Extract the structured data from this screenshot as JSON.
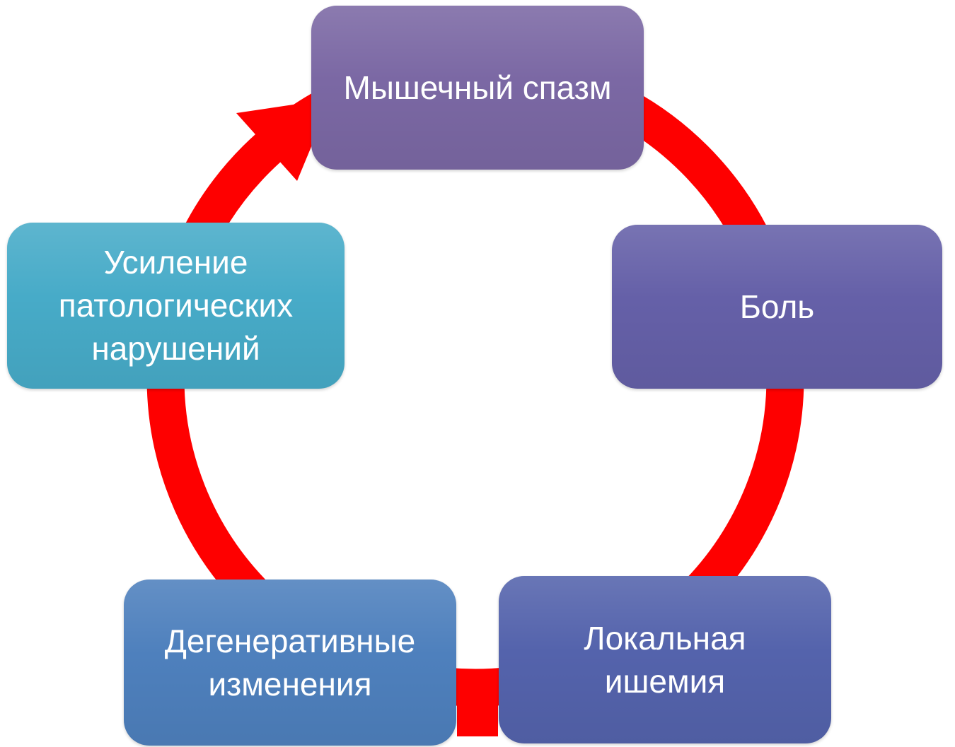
{
  "diagram": {
    "type": "cycle",
    "flow_direction": "clockwise",
    "arrow_color": "#fe0000",
    "nodes": [
      {
        "id": "muscle-spasm",
        "label": "Мышечный спазм",
        "color": "#7b68a4"
      },
      {
        "id": "pain",
        "label": "Боль",
        "color": "#6560a8"
      },
      {
        "id": "local-ischemia",
        "label": "Локальная\nишемия",
        "color": "#5463ac"
      },
      {
        "id": "degenerative-changes",
        "label": "Дегенеративные\nизменения",
        "color": "#4e80bd"
      },
      {
        "id": "pathology-increase",
        "label": "Усиление\nпатологических\nнарушений",
        "color": "#47abc8"
      }
    ]
  }
}
